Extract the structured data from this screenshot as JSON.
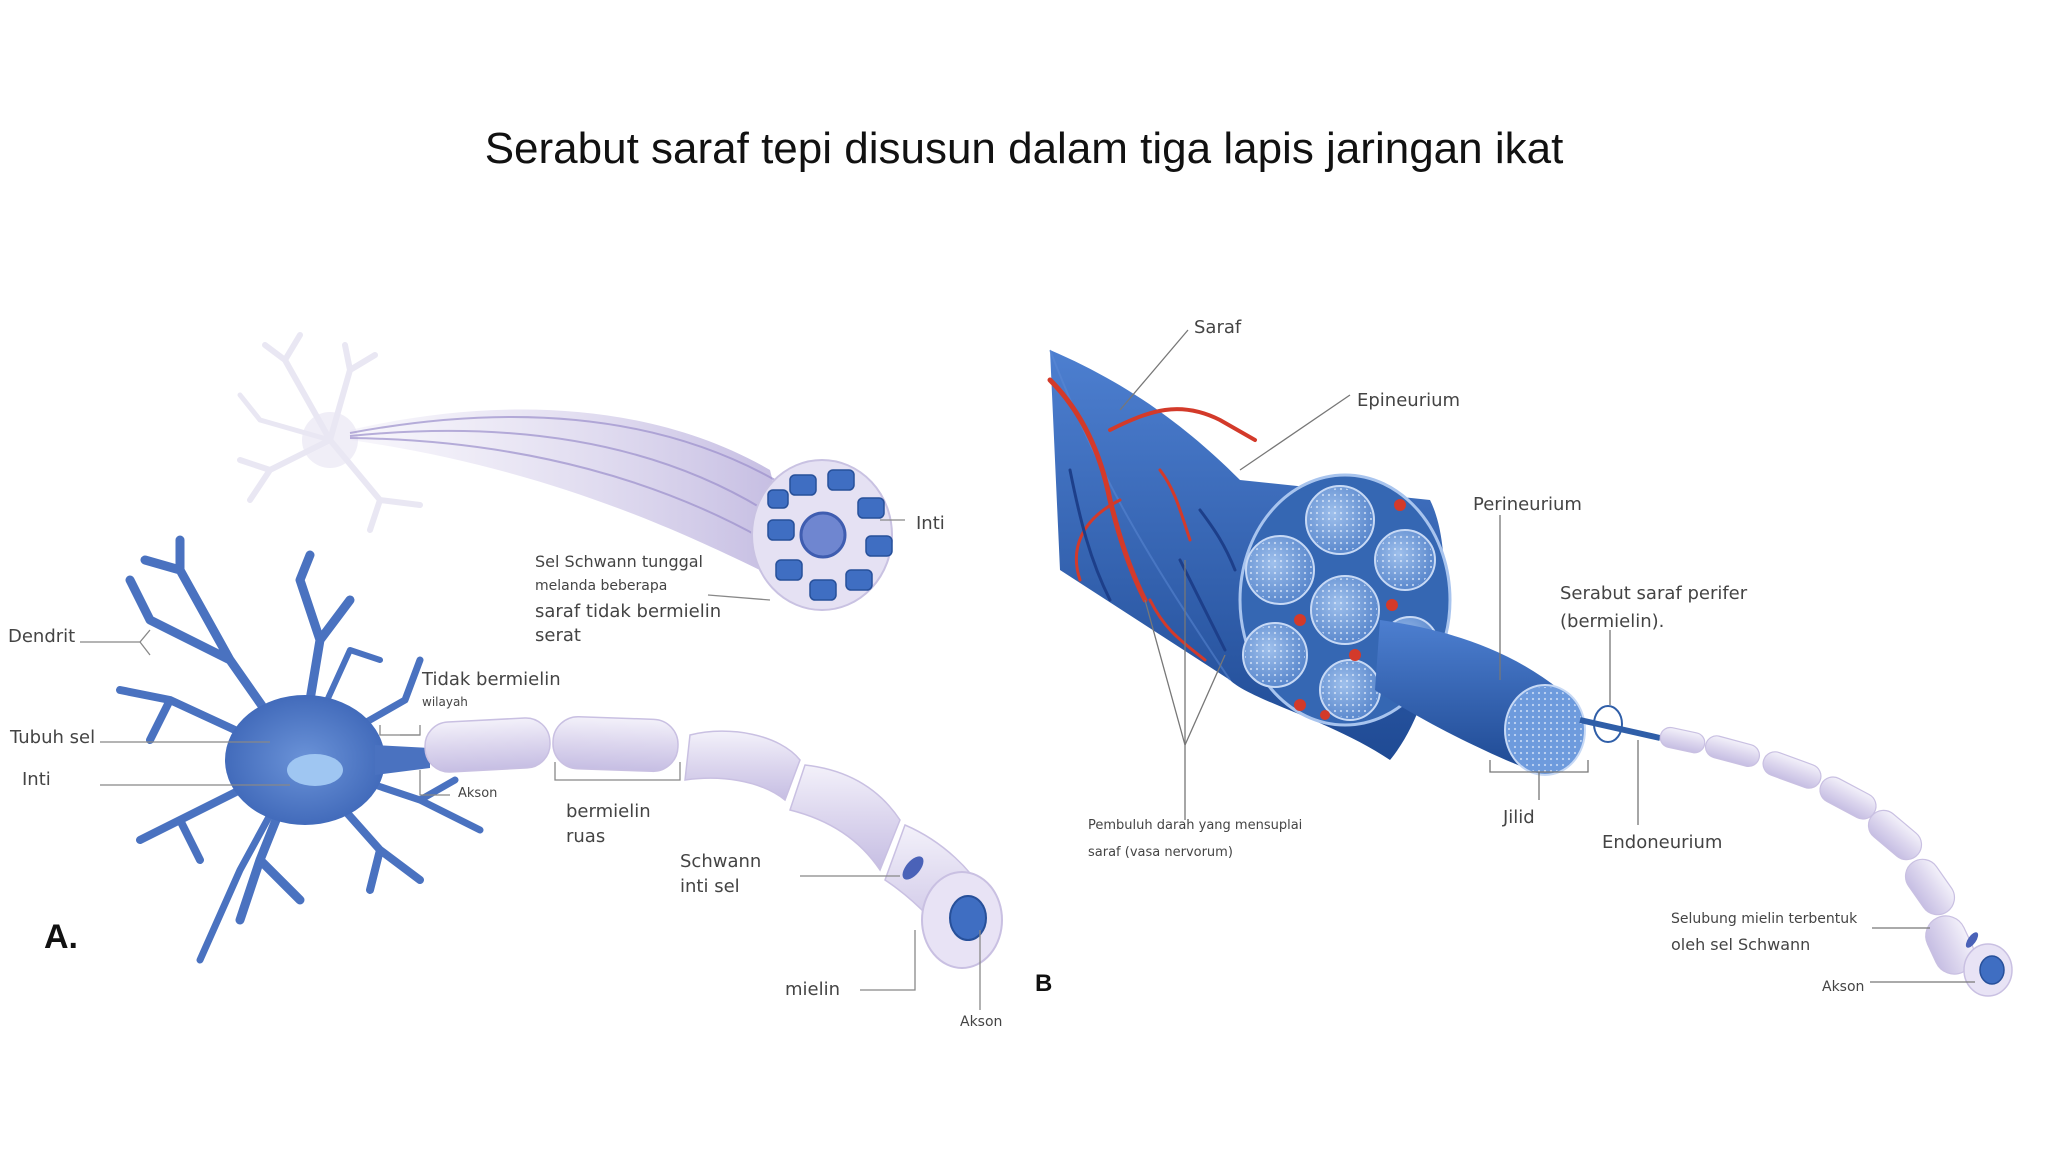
{
  "title": "Serabut saraf tepi disusun dalam tiga lapis jaringan ikat",
  "panel_a": {
    "letter": "A.",
    "labels": {
      "dendrit": "Dendrit",
      "tubuh_sel": "Tubuh sel",
      "inti": "Inti",
      "tidak_bermielin_1": "Tidak bermielin",
      "tidak_bermielin_2": "wilayah",
      "akson_upper": "Akson",
      "bermielin_1": "bermielin",
      "bermielin_2": "ruas",
      "schwann_1": "Schwann",
      "schwann_2": "inti sel",
      "mielin": "mielin",
      "akson_lower": "Akson",
      "inti_top": "Inti",
      "schwann_tunggal_1": "Sel Schwann tunggal",
      "schwann_tunggal_2": "melanda beberapa",
      "schwann_tunggal_3": "saraf tidak bermielin",
      "schwann_tunggal_4": "serat"
    }
  },
  "panel_b": {
    "letter": "B",
    "labels": {
      "saraf": "Saraf",
      "epineurium": "Epineurium",
      "perineurium": "Perineurium",
      "serabut_1": "Serabut saraf perifer",
      "serabut_2": "(bermielin).",
      "jilid": "Jilid",
      "endoneurium": "Endoneurium",
      "pembuluh_1": "Pembuluh darah yang mensuplai",
      "pembuluh_2": "saraf (vasa nervorum)",
      "selubung_1": "Selubung mielin terbentuk",
      "selubung_2": "oleh sel Schwann",
      "akson": "Akson"
    }
  },
  "colors": {
    "neuron_blue": "#4a72c0",
    "myelin_lavender": "#ddd8ef",
    "nerve_blue": "#2f5ea8",
    "vessel_red": "#d33a2a"
  }
}
